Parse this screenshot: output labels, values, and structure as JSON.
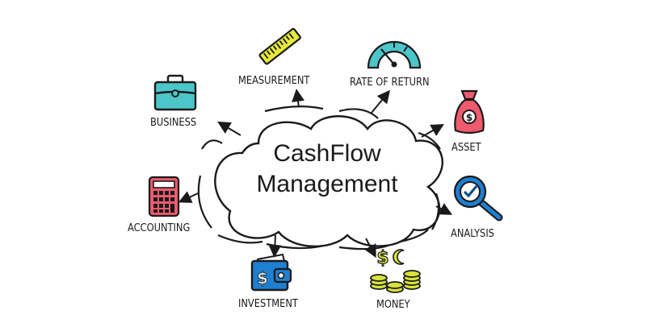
{
  "diagram": {
    "center": {
      "line1": "CashFlow",
      "line2": "Management"
    },
    "nodes": [
      {
        "id": "measurement",
        "label": "MEASUREMENT",
        "icon": "ruler-icon",
        "color": "#e6ea3a"
      },
      {
        "id": "rate_of_return",
        "label": "RATE OF RETURN",
        "icon": "gauge-icon",
        "color": "#4cc6c8"
      },
      {
        "id": "business",
        "label": "BUSINESS",
        "icon": "briefcase-icon",
        "color": "#4cc6c8"
      },
      {
        "id": "asset",
        "label": "ASSET",
        "icon": "money-bag-icon",
        "color": "#ee5b6e"
      },
      {
        "id": "accounting",
        "label": "ACCOUNTING",
        "icon": "calculator-icon",
        "color": "#ee5b6e"
      },
      {
        "id": "analysis",
        "label": "ANALYSIS",
        "icon": "magnifier-check-icon",
        "color": "#1f7fd0"
      },
      {
        "id": "investment",
        "label": "INVESTMENT",
        "icon": "wallet-icon",
        "color": "#1f7fd0"
      },
      {
        "id": "money",
        "label": "MONEY",
        "icon": "coins-icon",
        "color": "#d9e33a"
      }
    ],
    "stroke_color": "#1a1a1a"
  }
}
